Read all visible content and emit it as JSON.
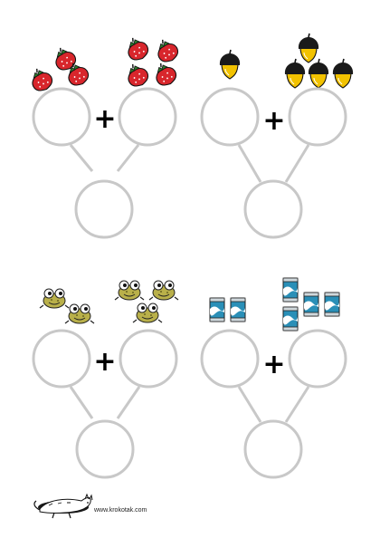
{
  "worksheet": {
    "operator": "+",
    "problems": [
      {
        "name": "strawberries",
        "left_count": 3,
        "right_count": 4,
        "icon": "strawberry-icon"
      },
      {
        "name": "acorns",
        "left_count": 1,
        "right_count": 4,
        "icon": "acorn-icon"
      },
      {
        "name": "frogs",
        "left_count": 2,
        "right_count": 3,
        "icon": "frog-icon"
      },
      {
        "name": "cans",
        "left_count": 2,
        "right_count": 4,
        "icon": "can-icon"
      }
    ]
  },
  "colors": {
    "circle_stroke": "#c8c8c8",
    "strawberry": "#d8262c",
    "acorn_cap": "#1a1a1a",
    "acorn_nut": "#f2c200",
    "frog": "#b9b04a",
    "can": "#2a8fb7"
  },
  "footer": {
    "website": "www.krokotak.com",
    "logo_icon": "krokotak-cat-logo-icon"
  }
}
